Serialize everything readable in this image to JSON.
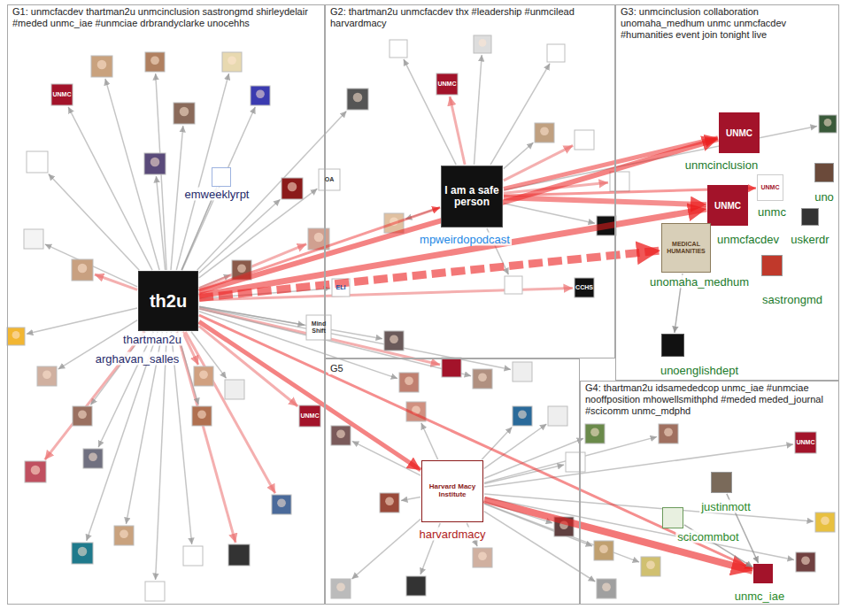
{
  "diagram": {
    "nodes": [
      {
        "text": [
          "G1: unmcfacdev thartman2u unmcinclusion sastrongmd shirleydelair #meded unmc_iae #unmciae drbrandyclarke unocehhs"
        ]
      },
      {
        "text": [
          "G2: thartman2u unmcfacdev thx #leadership #unmcilead harvardmacy"
        ]
      },
      {
        "text": [
          "G3: unmcinclusion collaboration unomaha_medhum unmc unmcfacdev #humanities event join tonight live"
        ]
      },
      {
        "text": [
          "G4: thartman2u idsamededcop unmc_iae #unmciae nooffposition mhowellsmithphd #meded meded_journal #scicomm unmc_mdphd"
        ]
      },
      {
        "text": [
          "G5"
        ]
      },
      {
        "text": [
          "th2u",
          "thartman2u"
        ],
        "in": 0
      },
      {
        "text": [
          "arghavan_salles"
        ],
        "in": 0
      },
      {
        "text": [
          "emweeklyrpt"
        ],
        "in": 0
      },
      {
        "text": [
          "I am a safe person",
          "mpweirdopodcast"
        ],
        "in": 1
      },
      {
        "text": [
          "UNMC",
          "unmcinclusion"
        ],
        "in": 2
      },
      {
        "text": [
          "UNMC",
          "unmc"
        ],
        "in": 2
      },
      {
        "text": [
          "uno"
        ],
        "in": 2
      },
      {
        "text": [
          "UNMC",
          "unmcfacdev"
        ],
        "in": 2
      },
      {
        "text": [
          "uskerdr"
        ],
        "in": 2
      },
      {
        "text": [
          "MEDICAL HUMANITIES",
          "unomaha_medhum"
        ],
        "in": 2
      },
      {
        "text": [
          "sastrongmd"
        ],
        "in": 2
      },
      {
        "text": [
          "unoenglishdept"
        ],
        "in": 2
      },
      {
        "text": [
          "justinmott"
        ],
        "in": 3
      },
      {
        "text": [
          "scicommbot"
        ],
        "in": 3
      },
      {
        "text": [
          "unmc_iae"
        ],
        "in": 3
      },
      {
        "text": [
          "Harvard Macy Institute",
          "harvardmacy"
        ],
        "in": 4
      }
    ],
    "edges": [
      {
        "from": 5,
        "to": 14,
        "arrow": "to"
      },
      {
        "from": 5,
        "to": 9,
        "arrow": "to"
      },
      {
        "from": 5,
        "to": 12,
        "arrow": "to"
      },
      {
        "from": 5,
        "to": 20,
        "arrow": "to"
      },
      {
        "from": 5,
        "to": 19,
        "arrow": "to"
      },
      {
        "from": 20,
        "to": 19,
        "arrow": "to"
      },
      {
        "from": 8,
        "to": 9,
        "arrow": "to"
      },
      {
        "from": 8,
        "to": 10,
        "arrow": "to"
      },
      {
        "from": 8,
        "to": 12,
        "arrow": "to"
      },
      {
        "from": 5,
        "to": 7,
        "arrow": "to"
      },
      {
        "from": 14,
        "to": 16,
        "arrow": "to"
      },
      {
        "from": 18,
        "to": 19,
        "arrow": "to"
      },
      {
        "from": 17,
        "to": 19,
        "arrow": "to"
      },
      {
        "from": 5,
        "to": 8,
        "arrow": "to"
      }
    ],
    "labels": [
      "Mind Shift",
      "OA",
      "UNMC",
      "UNMC",
      "UNMC",
      "UNMC",
      "ELI",
      "CCHS"
    ]
  }
}
